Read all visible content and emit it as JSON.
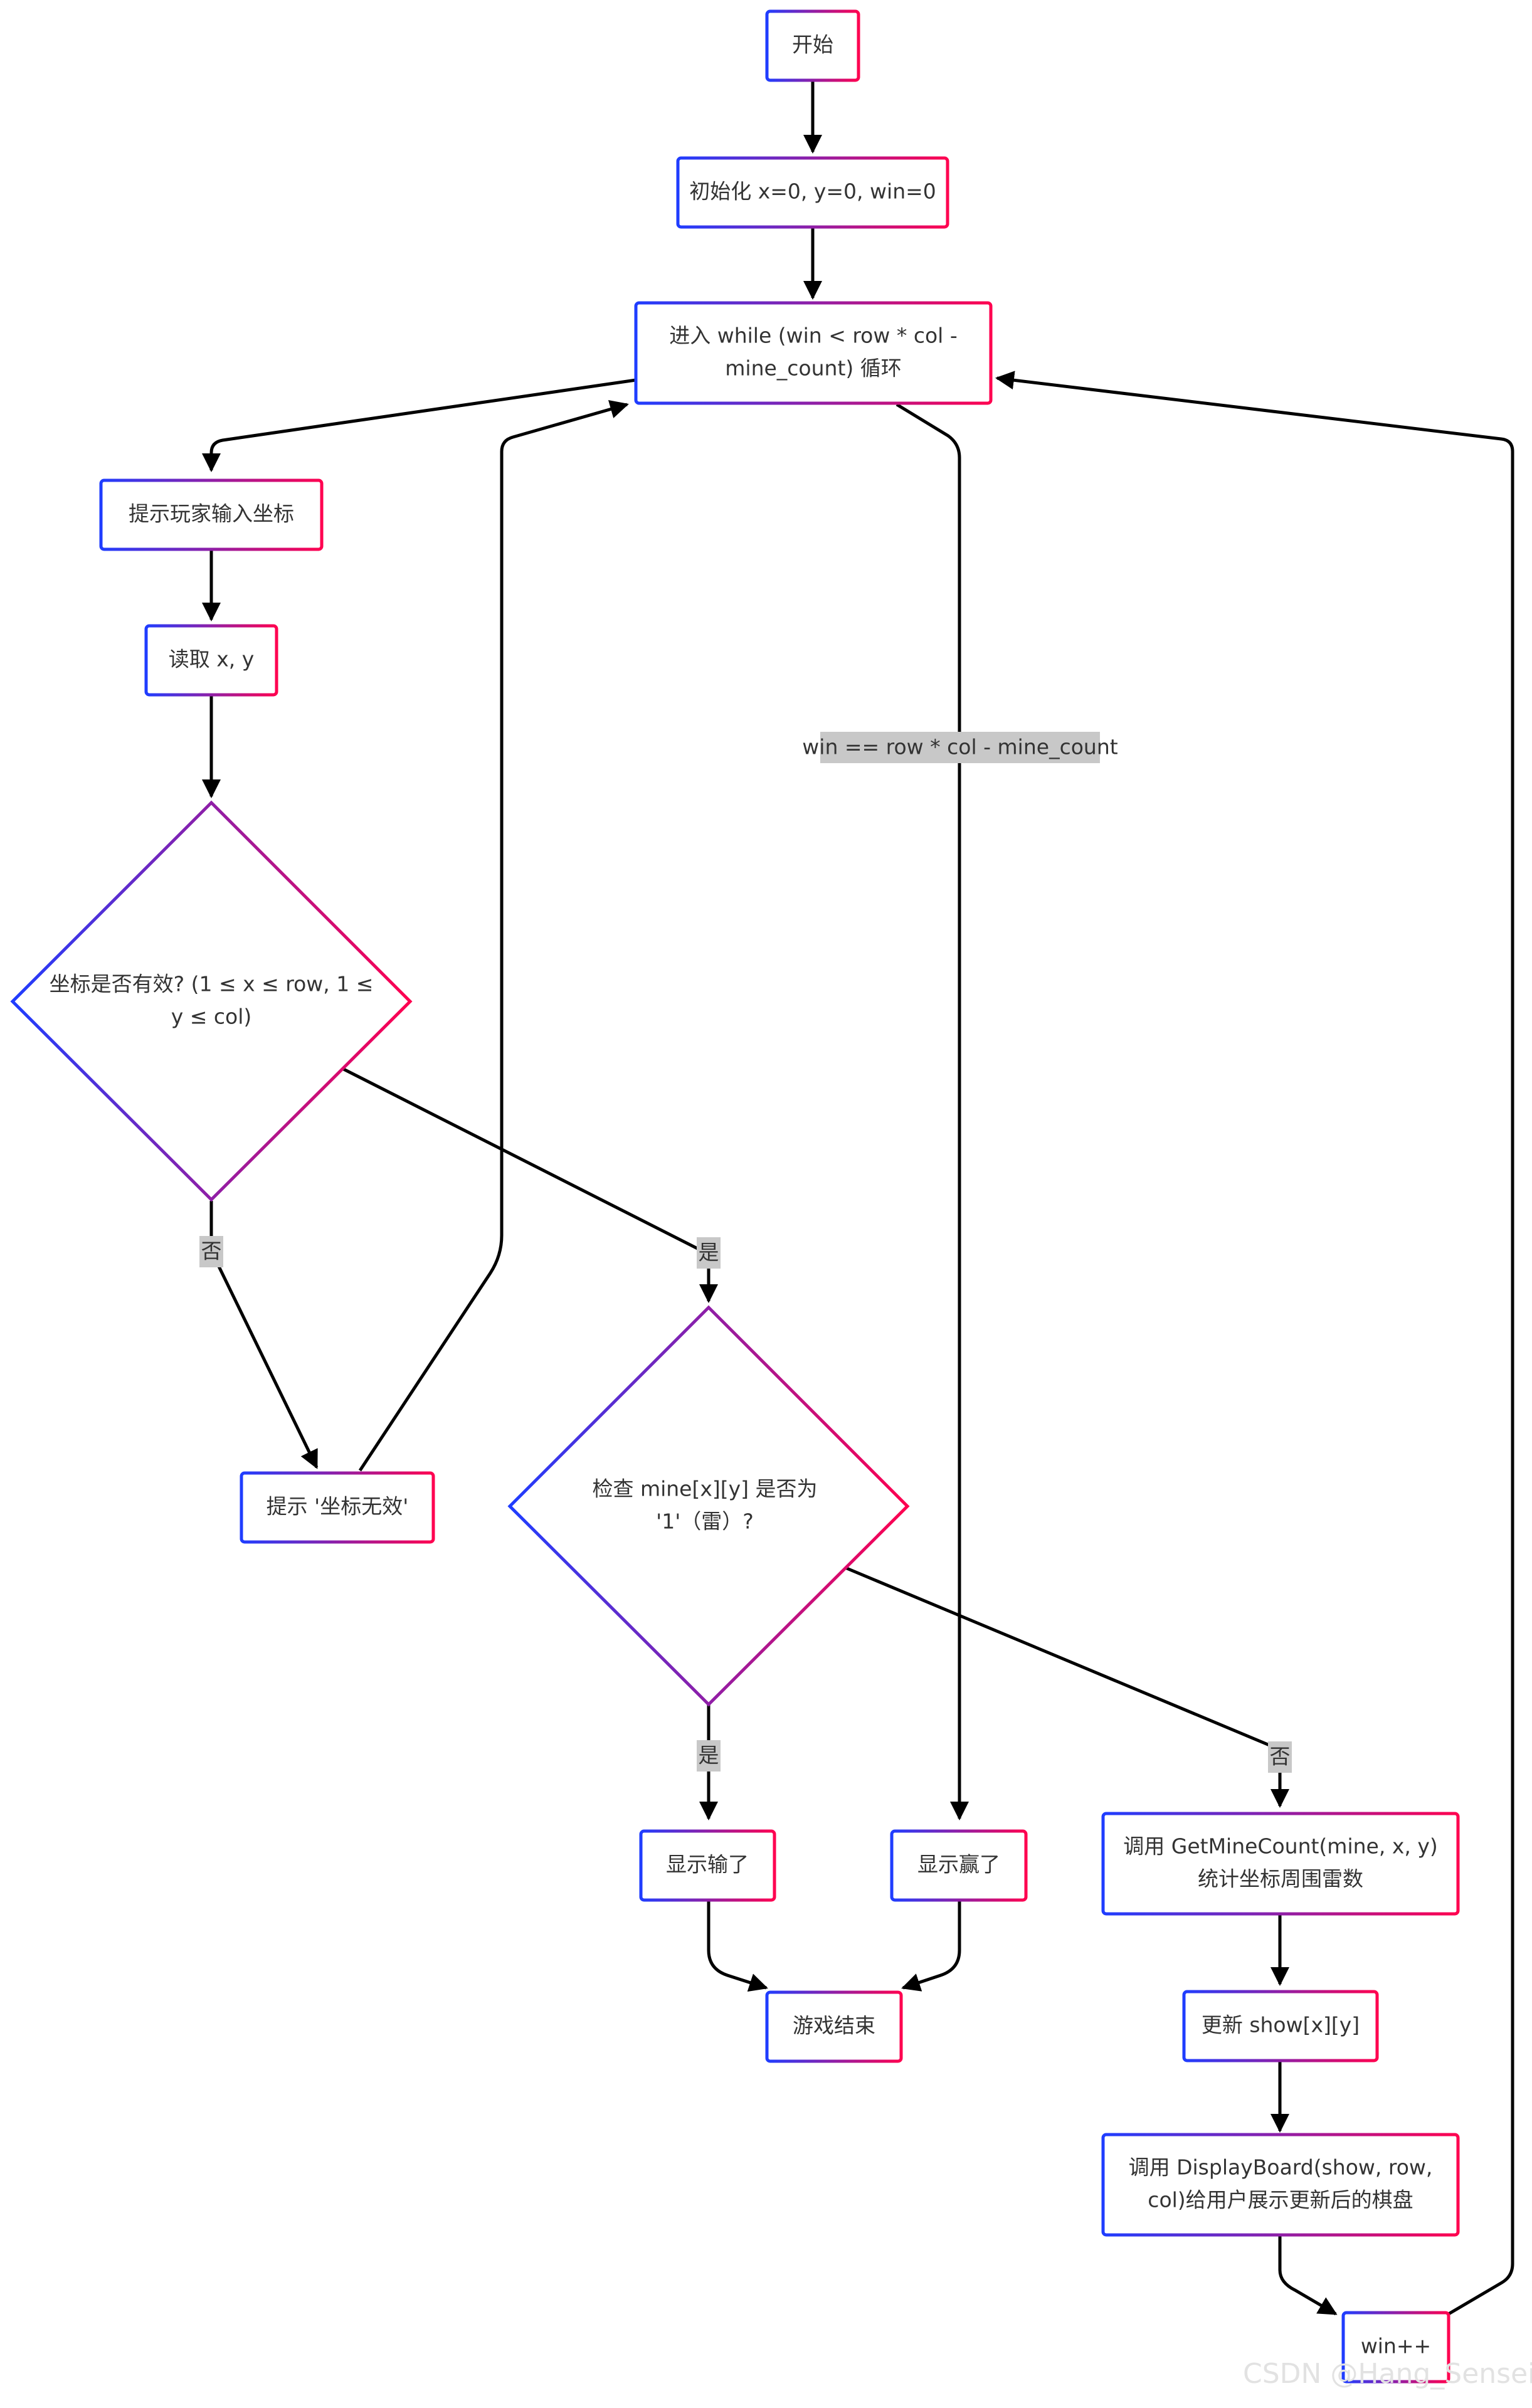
{
  "nodes": {
    "start": "开始",
    "init": "初始化 x=0, y=0, win=0",
    "loop_line1": "进入 while (win < row * col -",
    "loop_line2": "mine_count) 循环",
    "prompt": "提示玩家输入坐标",
    "read": "读取 x, y",
    "valid_line1": "坐标是否有效? (1 ≤ x ≤ row, 1 ≤",
    "valid_line2": "y ≤ col)",
    "invalid": "提示 '坐标无效'",
    "check_line1": "检查 mine[x][y] 是否为",
    "check_line2": "'1'（雷）?",
    "lose": "显示输了",
    "win": "显示赢了",
    "end": "游戏结束",
    "count_line1": "调用 GetMineCount(mine, x, y)",
    "count_line2": "统计坐标周围雷数",
    "update": "更新 show[x][y]",
    "display_line1": "调用 DisplayBoard(show, row,",
    "display_line2": "col)给用户展示更新后的棋盘",
    "incr": "win++"
  },
  "edge_labels": {
    "win_condition": "win == row * col - mine_count",
    "valid_no": "否",
    "valid_yes": "是",
    "check_yes": "是",
    "check_no": "否"
  },
  "watermark": "CSDN @Hang_Sensei",
  "colors": {
    "gradient_start": "#1f3dff",
    "gradient_end": "#ff004f",
    "edge": "#000000",
    "label_bg": "#c8c8c8"
  }
}
